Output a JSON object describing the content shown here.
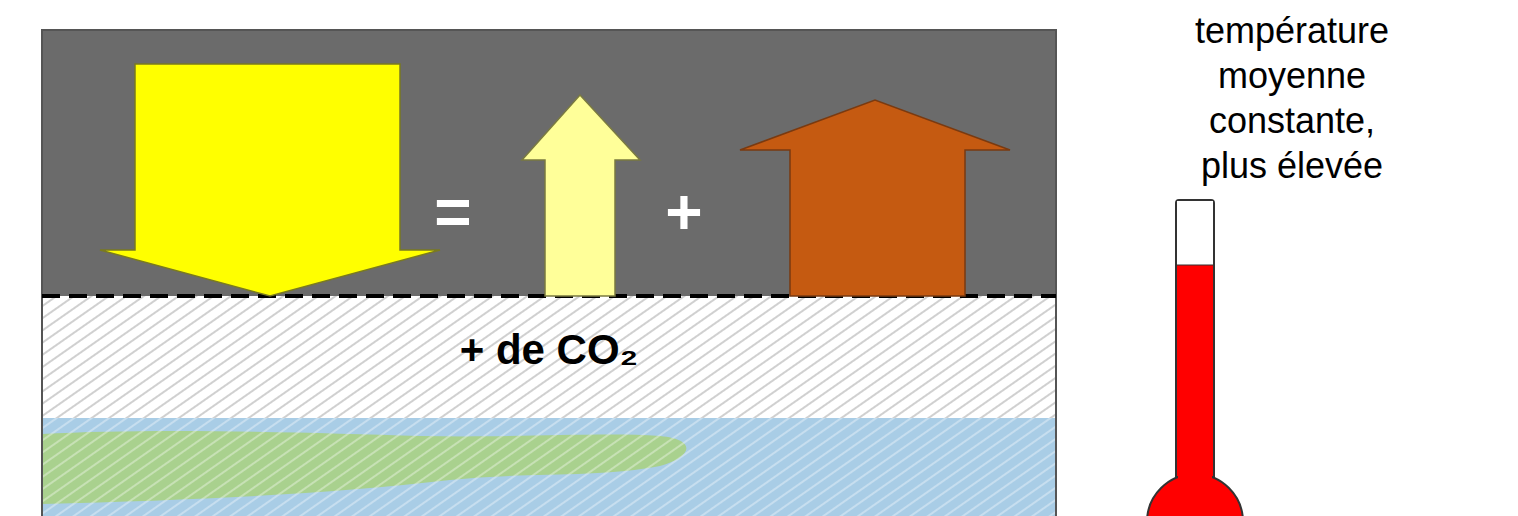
{
  "diagram": {
    "nodes": [
      {
        "text": [
          "+ de CO₂"
        ]
      }
    ],
    "labels": [
      "=",
      "+",
      "température moyenne constante, plus élevée"
    ]
  }
}
